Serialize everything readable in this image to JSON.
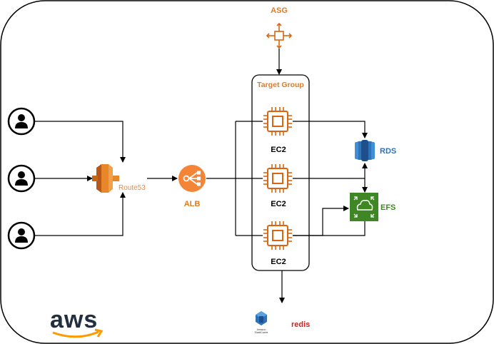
{
  "labels": {
    "asg": "ASG",
    "target_group": "Target Group",
    "ec2_1": "EC2",
    "ec2_2": "EC2",
    "ec2_3": "EC2",
    "route53": "Route53",
    "alb": "ALB",
    "rds": "RDS",
    "efs": "EFS",
    "redis": "redis",
    "aws_logo": "aws",
    "elasticache_caption_1": "Amazon",
    "elasticache_caption_2": "ElastiCache"
  },
  "colors": {
    "aws_orange": "#D86613",
    "label_orange": "#E07B1F",
    "alb_orange": "#F58536",
    "rds_blue": "#2E73B8",
    "efs_green": "#3F8624",
    "redis_red": "#CC2222",
    "aws_dark": "#232F3E",
    "aws_smile": "#FF9900"
  },
  "icons": {
    "users": "user-icon",
    "route53": "route53-icon",
    "alb": "load-balancer-icon",
    "asg": "auto-scaling-icon",
    "ec2": "ec2-chip-icon",
    "rds": "rds-database-icon",
    "efs": "efs-filesystem-icon",
    "redis": "elasticache-icon"
  }
}
